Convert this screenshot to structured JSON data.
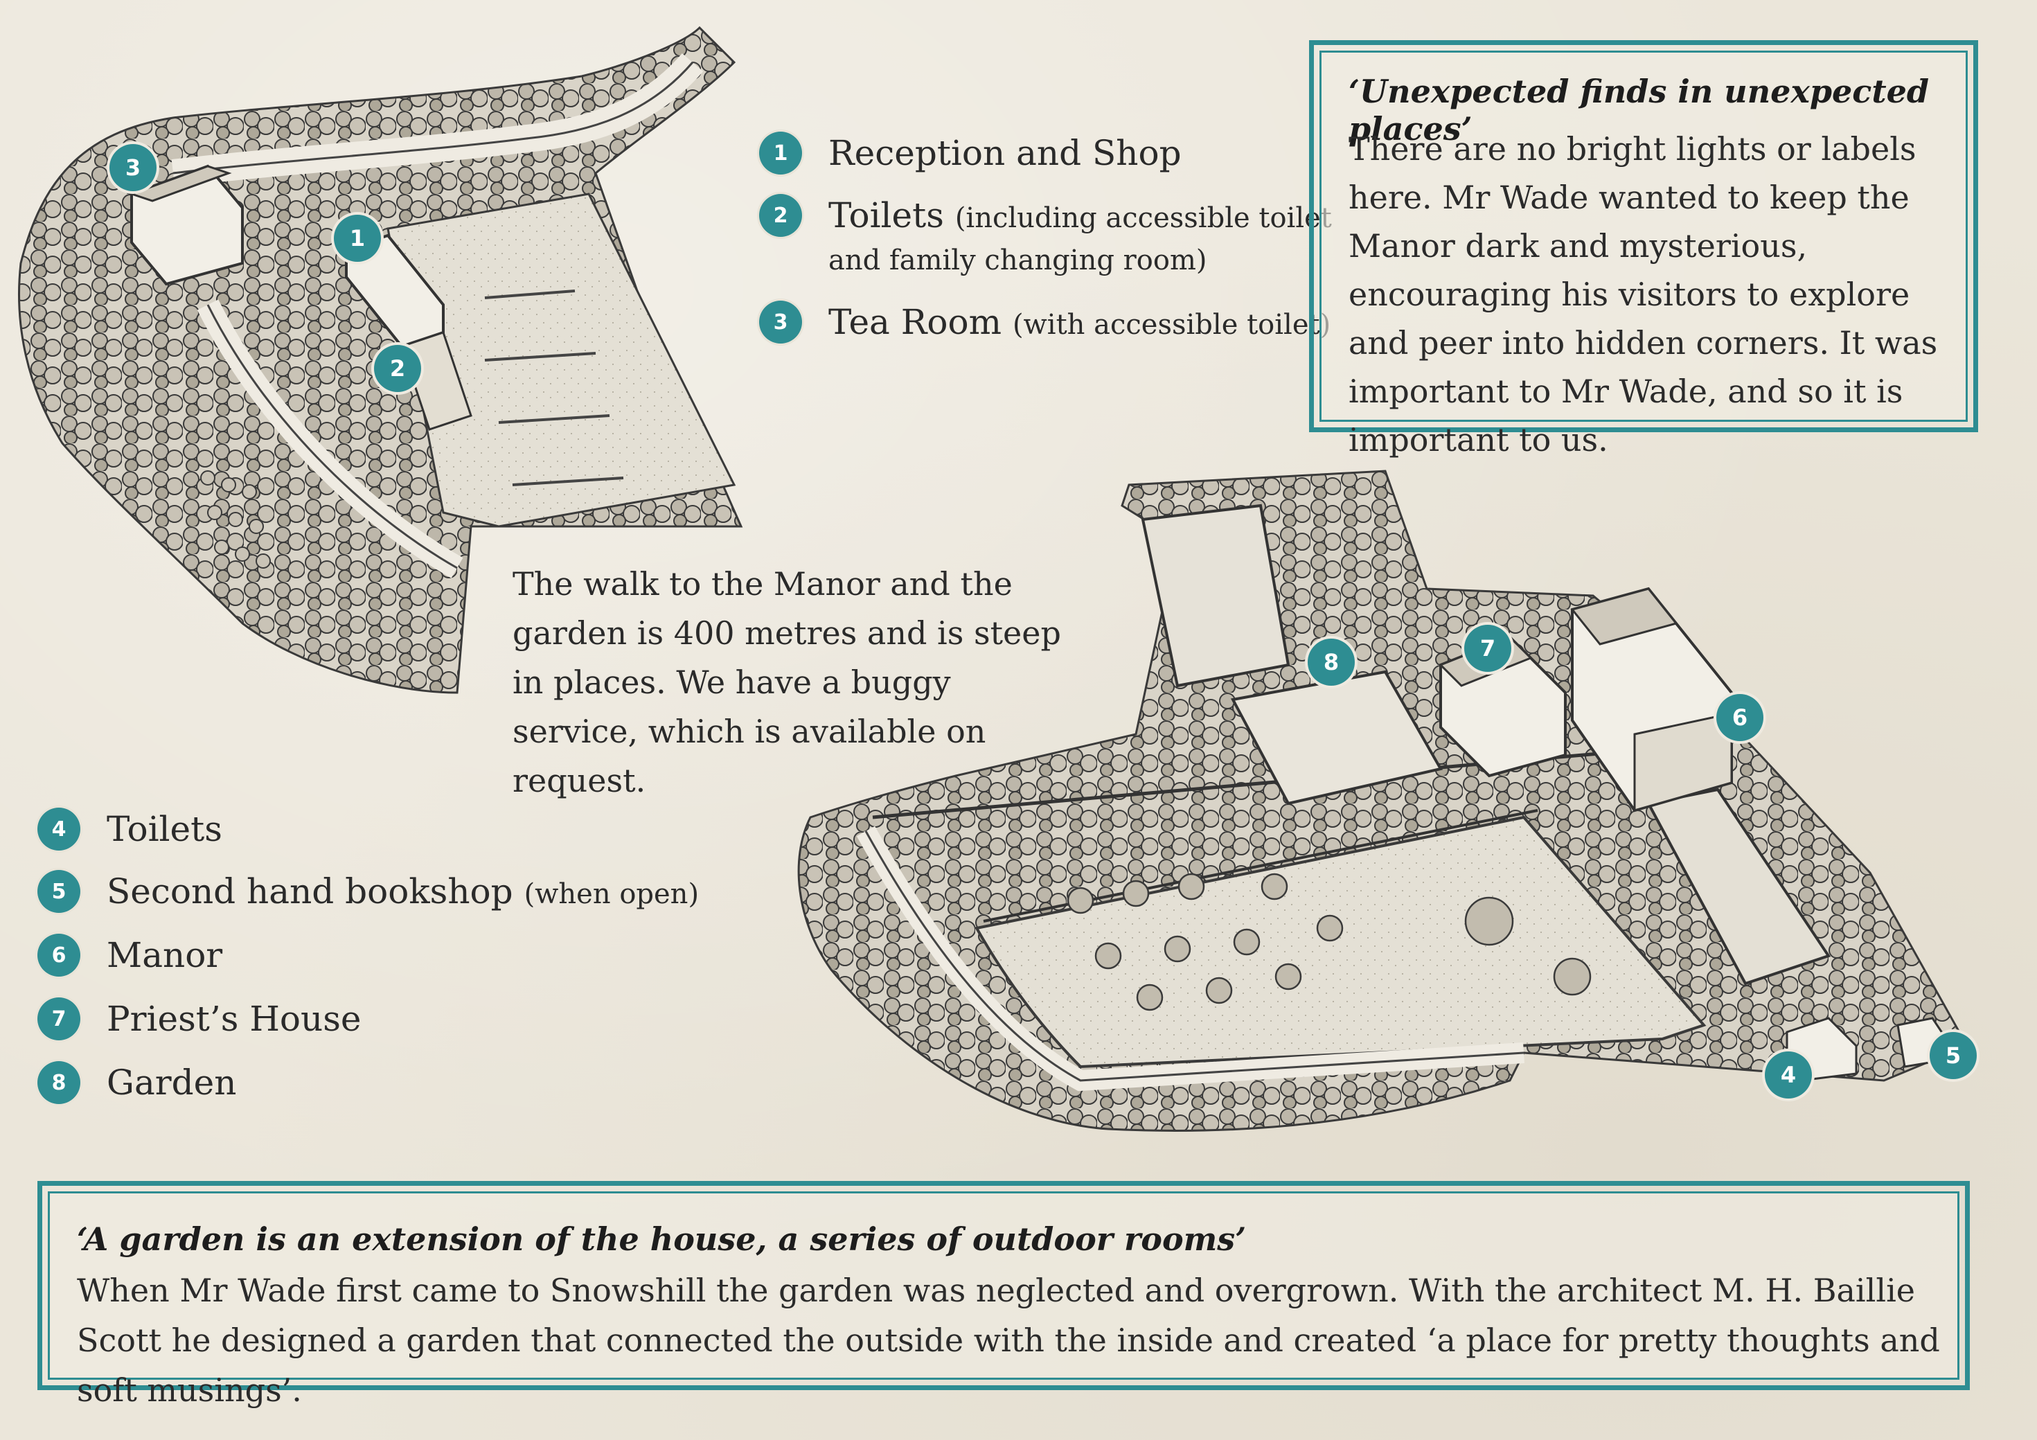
{
  "top_box": {
    "title": "‘Unexpected finds in unexpected places’",
    "body": "There are no bright lights or labels here. Mr Wade wanted to keep the Manor dark and mysterious, encouraging his visitors to explore and peer into hidden corners. It was important to Mr Wade, and so it is important to us."
  },
  "bottom_box": {
    "title": "‘A garden is an extension of the house, a series of outdoor rooms’",
    "body": "When Mr Wade first came to Snowshill the garden was neglected and overgrown. With the architect M. H. Baillie Scott he designed a garden that connected the outside with the inside and created ‘a place for pretty thoughts and soft musings’."
  },
  "walk_note": "The walk to the Manor and the garden is 400 metres and is steep in places. We have a buggy service, which is available on request.",
  "legend_reception": [
    {
      "num": "1",
      "label": "Reception and Shop",
      "note": ""
    },
    {
      "num": "2",
      "label": "Toilets",
      "note": "(including accessible toilet",
      "sub": "and family changing room)"
    },
    {
      "num": "3",
      "label": "Tea Room",
      "note": "(with accessible toilet)"
    }
  ],
  "legend_manor": [
    {
      "num": "4",
      "label": "Toilets",
      "note": ""
    },
    {
      "num": "5",
      "label": "Second hand bookshop",
      "note": "(when open)"
    },
    {
      "num": "6",
      "label": "Manor",
      "note": ""
    },
    {
      "num": "7",
      "label": "Priest’s House",
      "note": ""
    },
    {
      "num": "8",
      "label": "Garden",
      "note": ""
    }
  ],
  "map_markers": {
    "m1": "1",
    "m2": "2",
    "m3": "3",
    "m4": "4",
    "m5": "5",
    "m6": "6",
    "m7": "7",
    "m8": "8"
  },
  "colors": {
    "accent": "#2e8d92",
    "paper": "#ebe6da",
    "ink": "#2a2a2a"
  }
}
